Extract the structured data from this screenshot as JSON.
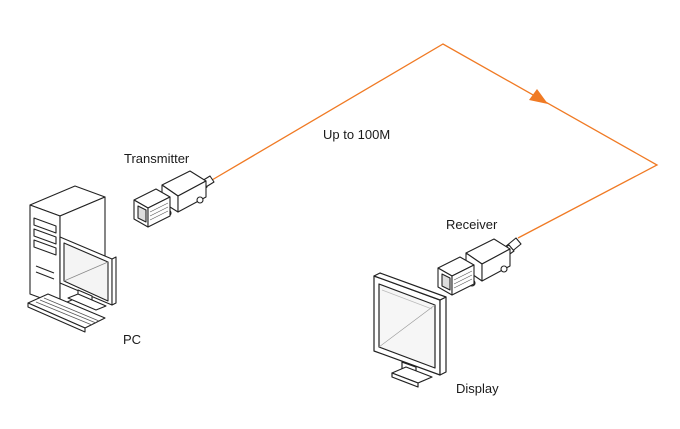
{
  "labels": {
    "transmitter": "Transmitter",
    "distance": "Up to 100M",
    "receiver": "Receiver",
    "pc": "PC",
    "display": "Display"
  },
  "colors": {
    "cable": "#f07a24",
    "line_art": "#222222",
    "fill": "#ffffff",
    "text": "#1a1a1a"
  },
  "icons": [
    "pc-icon",
    "transmitter-icon",
    "receiver-icon",
    "display-icon",
    "arrow-icon"
  ]
}
